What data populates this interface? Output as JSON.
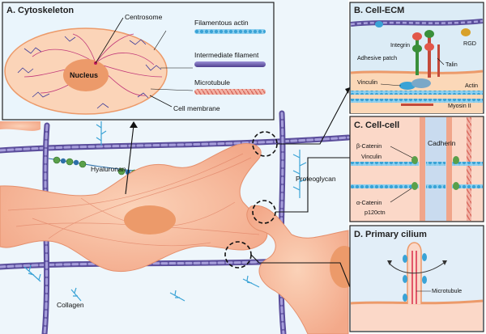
{
  "panels": {
    "a": {
      "title": "A. Cytoskeleton",
      "labels": {
        "centrosome": "Centrosome",
        "nucleus": "Nucleus",
        "cell_membrane": "Cell membrane"
      },
      "legend": [
        {
          "label": "Filamentous actin",
          "color": "#3aa3d6"
        },
        {
          "label": "Intermediate filament",
          "color": "#6a5aa8"
        },
        {
          "label": "Microtubule",
          "color": "#e8837a"
        }
      ]
    },
    "b": {
      "title": "B. Cell-ECM",
      "labels": {
        "integrin": "Integrin",
        "rgd": "RGD",
        "adhesive_patch": "Adhesive patch",
        "talin": "Talin",
        "vinculin": "Vinculin",
        "actin": "Actin",
        "myosin": "Myosin II"
      }
    },
    "c": {
      "title": "C. Cell-cell",
      "labels": {
        "beta_catenin": "β-Catenin",
        "vinculin": "Vinculin",
        "cadherin": "Cadherin",
        "alpha_catenin": "α-Catenin",
        "p120": "p120ctn"
      }
    },
    "d": {
      "title": "D. Primary cilium",
      "labels": {
        "microtubule": "Microtubule"
      }
    }
  },
  "tissue_labels": {
    "hyaluronan": "Hyaluronan",
    "proteoglycan": "Proteoglycan",
    "collagen": "Collagen"
  },
  "colors": {
    "cell": "#f6b898",
    "nucleus": "#ec9a6a",
    "collagen": "#7b71b8",
    "actin": "#3aa3d6",
    "microtubule": "#e8837a",
    "hyaluronan_green": "#5aa04a",
    "hyaluronan_blue": "#2e6fa8"
  }
}
